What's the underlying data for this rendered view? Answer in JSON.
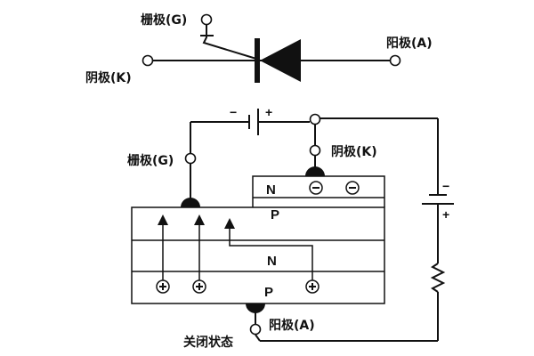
{
  "symbol": {
    "gate_label": "栅极(G)",
    "cathode_label": "阴极(K)",
    "anode_label": "阳极(A)"
  },
  "structure": {
    "gate_label": "栅极(G)",
    "cathode_label": "阴极(K)",
    "anode_label": "阳极(A)",
    "state_label": "关闭状态",
    "layers": [
      "N",
      "P",
      "N",
      "P"
    ],
    "battery_top": {
      "minus": "−",
      "plus": "+"
    },
    "battery_right": {
      "minus": "−",
      "plus": "+"
    },
    "electron_symbol": "⊖",
    "hole_symbol": "⊕"
  }
}
